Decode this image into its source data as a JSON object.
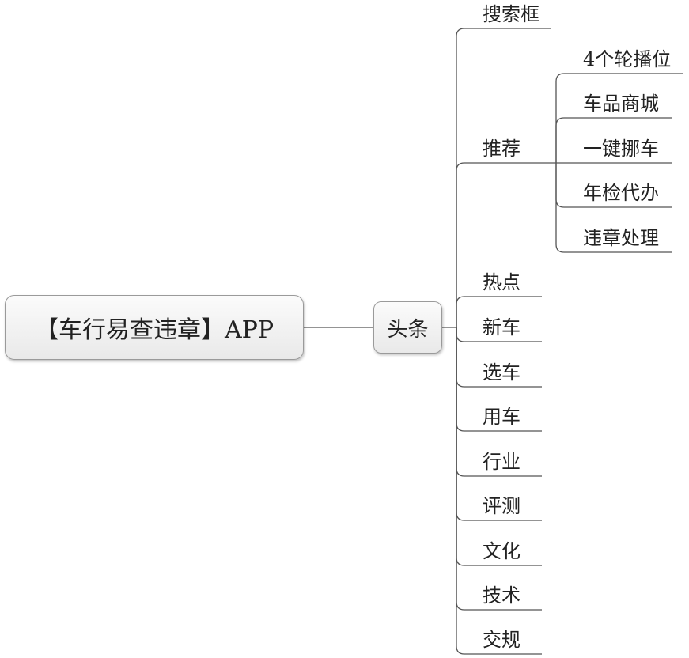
{
  "root": {
    "label": "【车行易查违章】APP"
  },
  "headline": {
    "label": "头条"
  },
  "branches": [
    {
      "label": "搜索框"
    },
    {
      "label": "推荐",
      "children": [
        "4个轮播位",
        "车品商城",
        "一键挪车",
        "年检代办",
        "违章处理"
      ]
    },
    {
      "label": "热点"
    },
    {
      "label": "新车"
    },
    {
      "label": "选车"
    },
    {
      "label": "用车"
    },
    {
      "label": "行业"
    },
    {
      "label": "评测"
    },
    {
      "label": "文化"
    },
    {
      "label": "技术"
    },
    {
      "label": "交规"
    }
  ],
  "colors": {
    "line": "#555555",
    "box_border": "#9a9a9a"
  }
}
